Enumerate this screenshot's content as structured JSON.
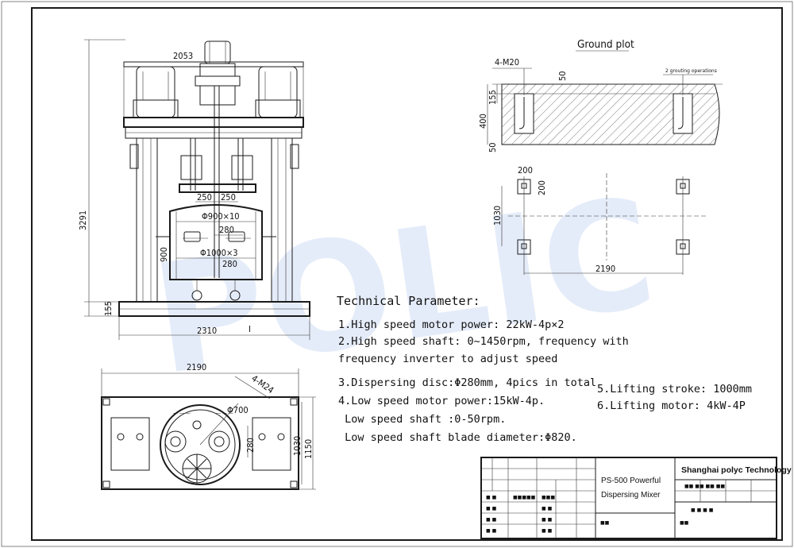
{
  "watermark": {
    "text": "POLIC",
    "color": "#4f7fd8"
  },
  "front_view": {
    "dims": {
      "top_width": "2053",
      "height": "3291",
      "base_height": "155",
      "base_width": "2310",
      "vessel_height": "900",
      "disc_left": "250",
      "disc_right": "250",
      "vessel_diameter": "Φ900×10",
      "blade_spacing": "280",
      "lower_diameter": "Φ1000×3",
      "lower_spacing": "280"
    },
    "mark": "I"
  },
  "plan_view": {
    "dims": {
      "width": "2190",
      "bolt_spec": "4-M24",
      "circle_diameter": "Φ700",
      "offset": "280",
      "depth_inner": "1030",
      "depth_outer": "1150"
    }
  },
  "ground_plot": {
    "title": "Ground plot",
    "bolt_spec": "4-M20",
    "note": "2 grouting operations",
    "dims": {
      "top": "50",
      "depth": "155",
      "pit_depth": "400",
      "bottom": "50",
      "pad_w": "200",
      "pad_h": "200",
      "spacing_v": "1030",
      "spacing_h": "2190"
    }
  },
  "parameters": {
    "title": "Technical Parameter:",
    "lines": [
      "1.High speed motor power: 22kW-4p×2",
      "2.High speed shaft: 0~1450rpm, frequency  with",
      "frequency inverter to adjust speed",
      "3.Dispersing disc:Φ280mm, 4pics in total",
      "4.Low speed motor power:15kW-4p.",
      " Low speed shaft :0-50rpm.",
      " Low speed shaft blade diameter:Φ820."
    ],
    "right_lines": [
      "5.Lifting stroke: 1000mm",
      "6.Lifting motor: 4kW-4P"
    ]
  },
  "title_block": {
    "product_line1": "PS-500 Powerful",
    "product_line2": "Dispersing Mixer",
    "company": "Shanghai polyc Technology"
  }
}
